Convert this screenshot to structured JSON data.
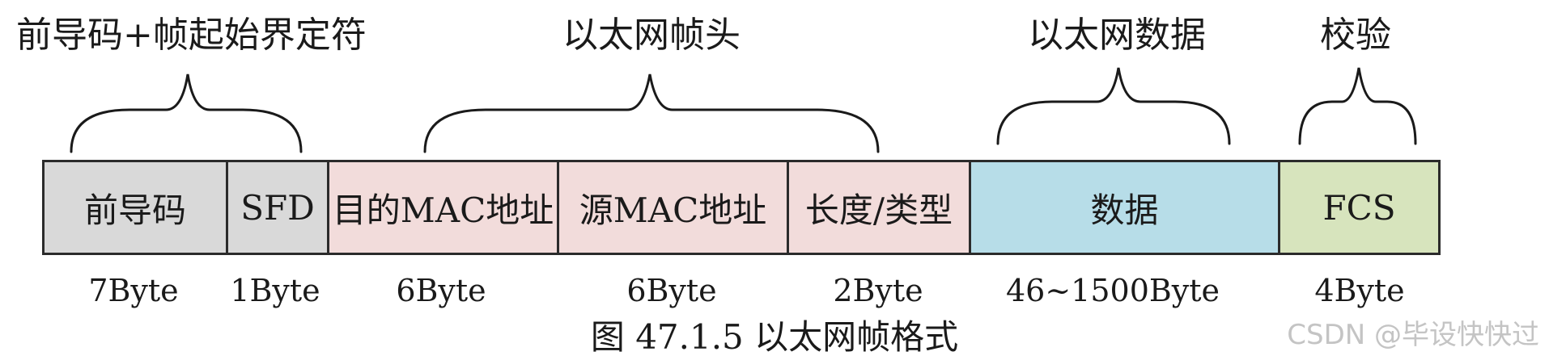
{
  "groups": [
    {
      "label": "前导码+帧起始界定符"
    },
    {
      "label": "以太网帧头"
    },
    {
      "label": "以太网数据"
    },
    {
      "label": "校验"
    }
  ],
  "fields": [
    {
      "label": "前导码",
      "size": "7Byte",
      "color": "#d9d9d9"
    },
    {
      "label": "SFD",
      "size": "1Byte",
      "color": "#d9d9d9"
    },
    {
      "label": "目的MAC地址",
      "size": "6Byte",
      "color": "#f2dcdb"
    },
    {
      "label": "源MAC地址",
      "size": "6Byte",
      "color": "#f2dcdb"
    },
    {
      "label": "长度/类型",
      "size": "2Byte",
      "color": "#f2dcdb"
    },
    {
      "label": "数据",
      "size": "46~1500Byte",
      "color": "#b7dde8"
    },
    {
      "label": "FCS",
      "size": "4Byte",
      "color": "#d7e4bd"
    }
  ],
  "caption": "图  47.1.5 以太网帧格式",
  "watermark": "CSDN @毕设快快过"
}
